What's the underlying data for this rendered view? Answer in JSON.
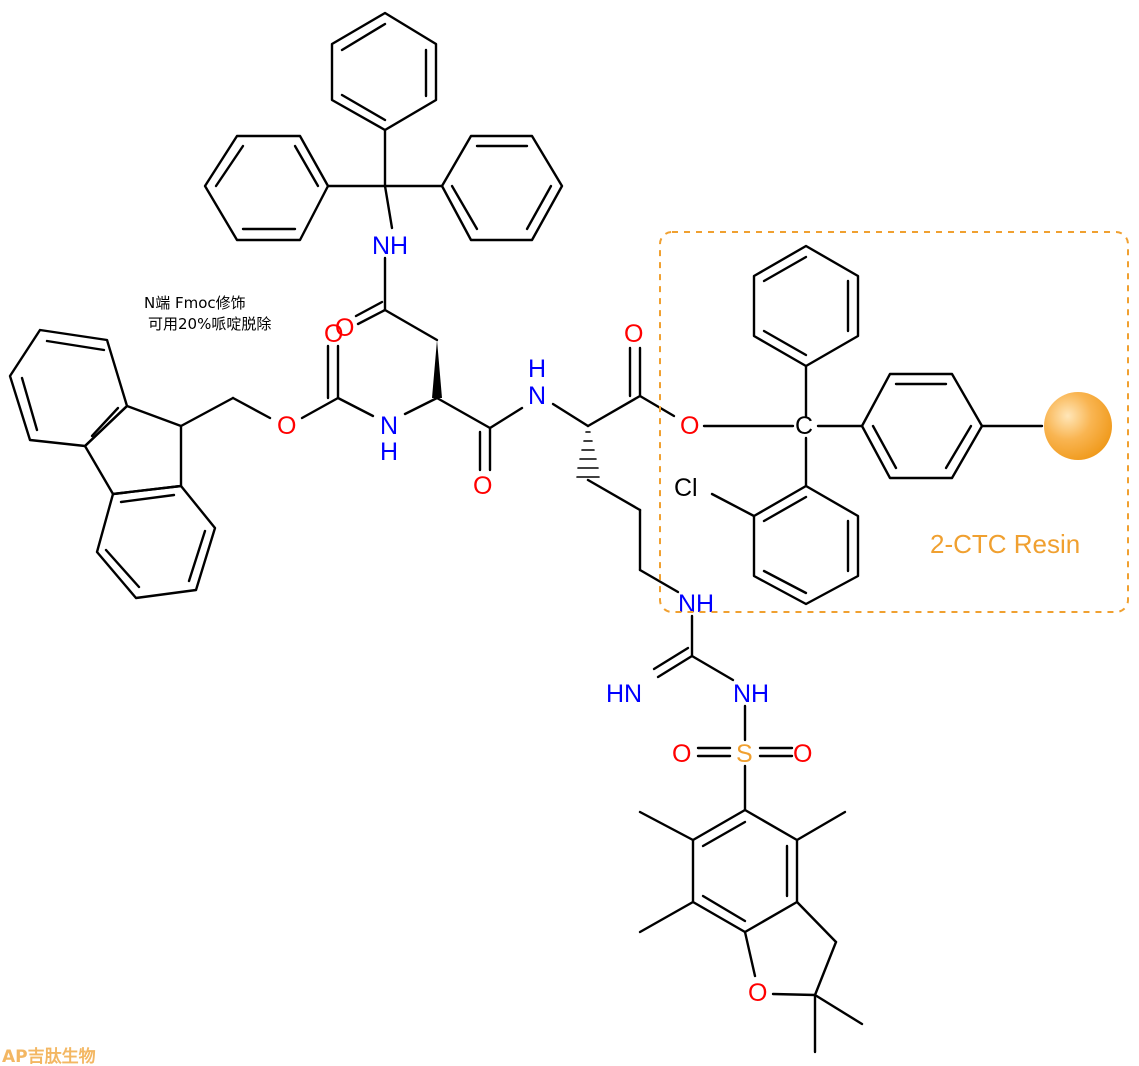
{
  "annotation": {
    "line1": "N端 Fmoc修饰",
    "line2": "可用20%哌啶脱除"
  },
  "resin": {
    "label": "2-CTC Resin",
    "color": "#f0a030"
  },
  "atoms": {
    "trityl_nh": "NH",
    "asn_side_o": "O",
    "carbamate_o": "O",
    "carbamate_carbonyl_o": "O",
    "asn_alpha_nh": "N",
    "asn_alpha_h": "H",
    "asn_carbonyl_o": "O",
    "arg_alpha_nh": "N",
    "arg_alpha_h": "H",
    "arg_carbonyl_o": "O",
    "ester_o": "O",
    "trityl_c": "C",
    "chlorine": "Cl",
    "guanidine_nh": "NH",
    "imine_hn": "HN",
    "sulfonamide_nh": "NH",
    "sulfonyl_o_left": "O",
    "sulfur": "S",
    "sulfonyl_o_right": "O",
    "furan_o": "O"
  },
  "colors": {
    "bond": "#000000",
    "oxygen": "#ff0000",
    "nitrogen": "#0000ff",
    "sulfur": "#f0a030",
    "chlorine": "#000000",
    "resin_bead": "#f5a623",
    "logo": "#f0a030"
  },
  "logo": {
    "text": "AP吉肽生物"
  }
}
